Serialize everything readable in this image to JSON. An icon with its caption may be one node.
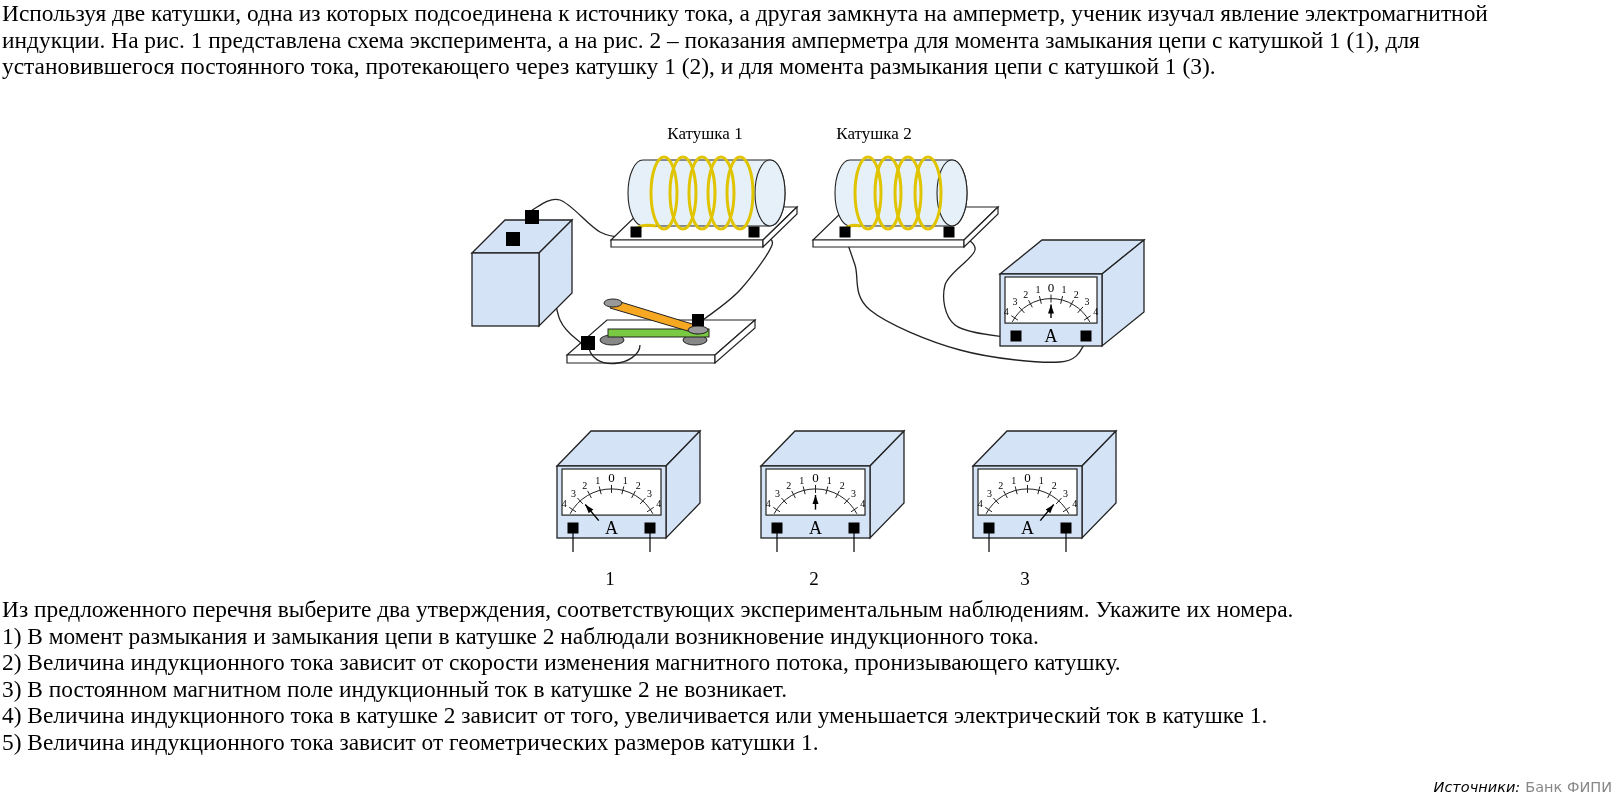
{
  "diagram": {
    "title": "Используя две катушки, одна из которых подсоединена к источнику тока, а другая замкнута на амперметр, ученик изучал явление электромагнитной индукции. На рис. 1 представлена схема эксперимента, а на рис. 2 – показания амперметра для момента замыкания цепи с катушкой 1 (1), для установившегося постоянного тока, протекающего через катушку 1 (2), и для момента размыкания цепи с катушкой 1 (3).",
    "nodes": [
      {
        "text": [],
        "shape": "box"
      },
      {
        "text": [],
        "shape": "picture",
        "beside": [
          "Катушка 1"
        ]
      },
      {
        "text": [],
        "shape": "picture",
        "beside": [
          "Катушка 2"
        ]
      },
      {
        "text": [],
        "shape": "picture"
      },
      {
        "text": [],
        "shape": "box"
      },
      {
        "text": [],
        "shape": "box"
      },
      {
        "text": [],
        "shape": "box"
      },
      {
        "text": [],
        "shape": "box"
      }
    ],
    "edges": [
      {
        "from": 0,
        "to": 1,
        "arrow": "none"
      },
      {
        "from": 0,
        "to": 3,
        "arrow": "none"
      },
      {
        "from": 3,
        "to": 1,
        "arrow": "none"
      },
      {
        "from": 2,
        "to": 4,
        "arrow": "none"
      },
      {
        "from": 2,
        "to": 4,
        "arrow": "none"
      }
    ],
    "labels": [
      "4",
      "3",
      "2",
      "1",
      "0",
      "1",
      "2",
      "3",
      "4",
      "A",
      "4",
      "3",
      "2",
      "1",
      "0",
      "1",
      "2",
      "3",
      "4",
      "A",
      "4",
      "3",
      "2",
      "1",
      "0",
      "1",
      "2",
      "3",
      "4",
      "A",
      "4",
      "3",
      "2",
      "1",
      "0",
      "1",
      "2",
      "3",
      "4",
      "A",
      "1",
      "2",
      "3",
      "Из предложенного перечня выберите два утверждения, соответствующих экспериментальным наблюдениям. Укажите их номера.",
      "1) В момент размыкания и замыкания цепи в катушке 2 наблюдали возникновение индукционного тока.",
      "2) Величина индукционного тока зависит от скорости изменения магнитного потока, пронизывающего катушку.",
      "3) В постоянном магнитном поле индукционный ток в катушке 2 не возникает.",
      "4) Величина индукционного тока в катушке 2 зависит от того, увеличивается или уменьшается электрический ток в катушке 1.",
      "5) Величина индукционного тока зависит от геометрических размеров катушки 1.",
      "Источники:",
      "Банк ФИПИ"
    ]
  }
}
